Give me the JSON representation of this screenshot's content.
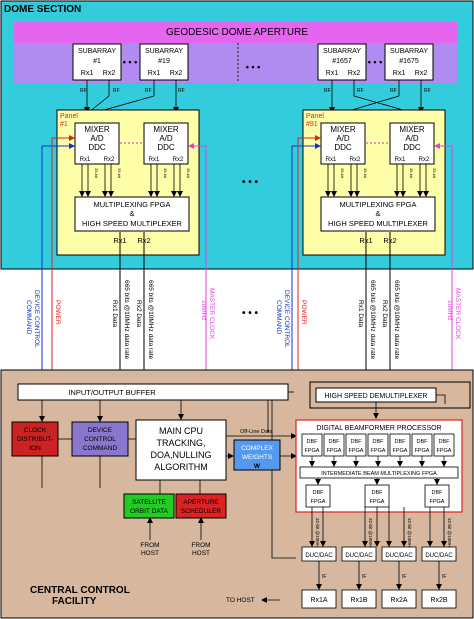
{
  "dome": {
    "title": "DOME SECTION",
    "aperture": "GEODESIC DOME APERTURE",
    "colors": {
      "background": "#33ccdd",
      "aperture_top": "#e466ee",
      "aperture_bottom": "#b18cf0"
    },
    "subarrays": [
      {
        "line1": "SUBARRAY",
        "line2": "#1",
        "rx1": "Rx1",
        "rx2": "Rx2"
      },
      {
        "line1": "SUBARRAY",
        "line2": "#19",
        "rx1": "Rx1",
        "rx2": "Rx2"
      },
      {
        "line1": "SUBARRAY",
        "line2": "#1657",
        "rx1": "Rx1",
        "rx2": "Rx2"
      },
      {
        "line1": "SUBARRAY",
        "line2": "#1675",
        "rx1": "Rx1",
        "rx2": "Rx2"
      }
    ],
    "rf_label": "RF",
    "ellipsis": "• • •",
    "panels": [
      {
        "label": "Panel",
        "number": "#1"
      },
      {
        "label": "Panel",
        "number": "#91"
      }
    ],
    "mixer": {
      "line1": "MIXER",
      "line2": "A/D",
      "line3": "DDC",
      "rx1": "Rx1",
      "rx2": "Rx2"
    },
    "mixer_rate_label": "35-bit",
    "fpga": {
      "line1": "MULTIPLEXING FPGA",
      "amp": "&",
      "line2": "HIGH SPEED MULTIPLEXER"
    },
    "panel_rx": {
      "rx1": "Rx1",
      "rx2": "Rx2"
    },
    "colors_panel": {
      "fill": "#ffffaa"
    }
  },
  "links": {
    "device_control": {
      "line1": "DEVICE CONTROL",
      "line2": "COMMAND",
      "color": "#1133cc"
    },
    "power": {
      "label": "POWER",
      "color": "#dd2222"
    },
    "master_clock": {
      "line1": "MASTER CLOCK",
      "line2": "10MHz",
      "color": "#dd44dd"
    },
    "rx1_data": {
      "line1": "Rx1 Data",
      "line2": "665 bits @10MHz data rate"
    },
    "rx2_data": {
      "line1": "Rx2 Data",
      "line2": "665 bits @10MHz data rate"
    },
    "ellipsis": "• • •"
  },
  "central": {
    "title_line1": "CENTRAL CONTROL",
    "title_line2": "FACILITY",
    "background": "#d7b89e",
    "io_buffer": "INPUT/OUTPUT BUFFER",
    "hs_demux": "HIGH SPEED DEMULTIPLEXER",
    "clock_dist": {
      "line1": "CLOCK",
      "line2": "DISTRIBUT-",
      "line3": "ION",
      "color": "#cc2222"
    },
    "device_ctrl": {
      "line1": "DEVICE",
      "line2": "CONTROL",
      "line3": "COMMAND",
      "color": "#8877cc"
    },
    "main_cpu": {
      "line1": "MAIN CPU",
      "line2": "TRACKING,",
      "line3": "DOA,NULLING",
      "line4": "ALGORITHM"
    },
    "offline_data": "Off-Line Data",
    "complex_weights": {
      "line1": "COMPLEX",
      "line2": "WEIGHTS",
      "line3": "W",
      "color": "#5599ee"
    },
    "satellite": {
      "line1": "SATELLITE",
      "line2": "ORBIT DATA",
      "color": "#22cc22"
    },
    "aperture_sched": {
      "line1": "APERTURE",
      "line2": "SCHEDULER",
      "color": "#dd2222"
    },
    "from_host": {
      "line1": "FROM",
      "line2": "HOST"
    },
    "to_host": "TO HOST",
    "dbf": {
      "title": "DIGITAL BEAMFORMER PROCESSOR",
      "unit_line1": "DBF",
      "unit_line2": "FPGA",
      "intermediate": "INTERMEDIATE BEAM MULTIPLEXING FPGA",
      "border": "#dd2222"
    },
    "rate_label": "32-bit @10MHz",
    "duc_dac": "DUC/DAC",
    "if_label": "IF",
    "outputs": [
      "Rx1A",
      "Rx1B",
      "Rx2A",
      "Rx2B"
    ]
  }
}
